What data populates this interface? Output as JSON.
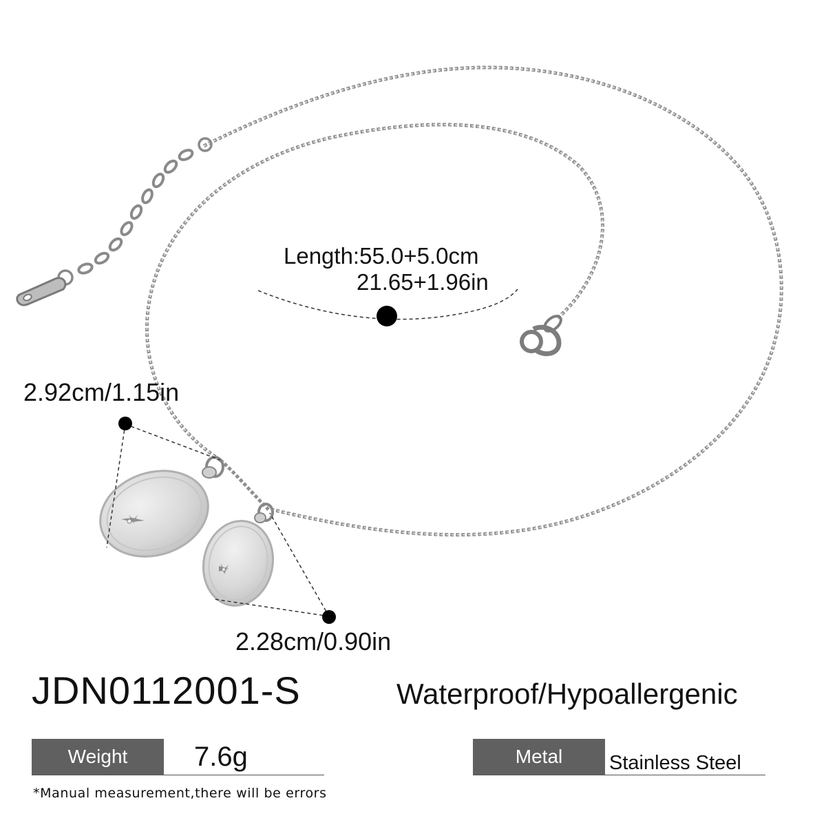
{
  "product": {
    "sku": "JDN0112001-S",
    "features": "Waterproof/Hypoallergenic"
  },
  "dimensions": {
    "length_label": "Length:55.0+5.0cm",
    "length_sub": "21.65+1.96in",
    "large_pendant": "2.92cm/1.15in",
    "small_pendant": "2.28cm/0.90in"
  },
  "specs": {
    "weight_label": "Weight",
    "weight_value": "7.6g",
    "metal_label": "Metal",
    "metal_value": "Stainless Steel"
  },
  "note": "*Manual measurement,there will be errors",
  "colors": {
    "chain": "#a9a9a9",
    "pendant": "#d6d6d6",
    "label_bg": "#606060",
    "marker": "#000000"
  },
  "icons": [
    "sparkle-icon",
    "clasp-icon",
    "marker-dot"
  ]
}
